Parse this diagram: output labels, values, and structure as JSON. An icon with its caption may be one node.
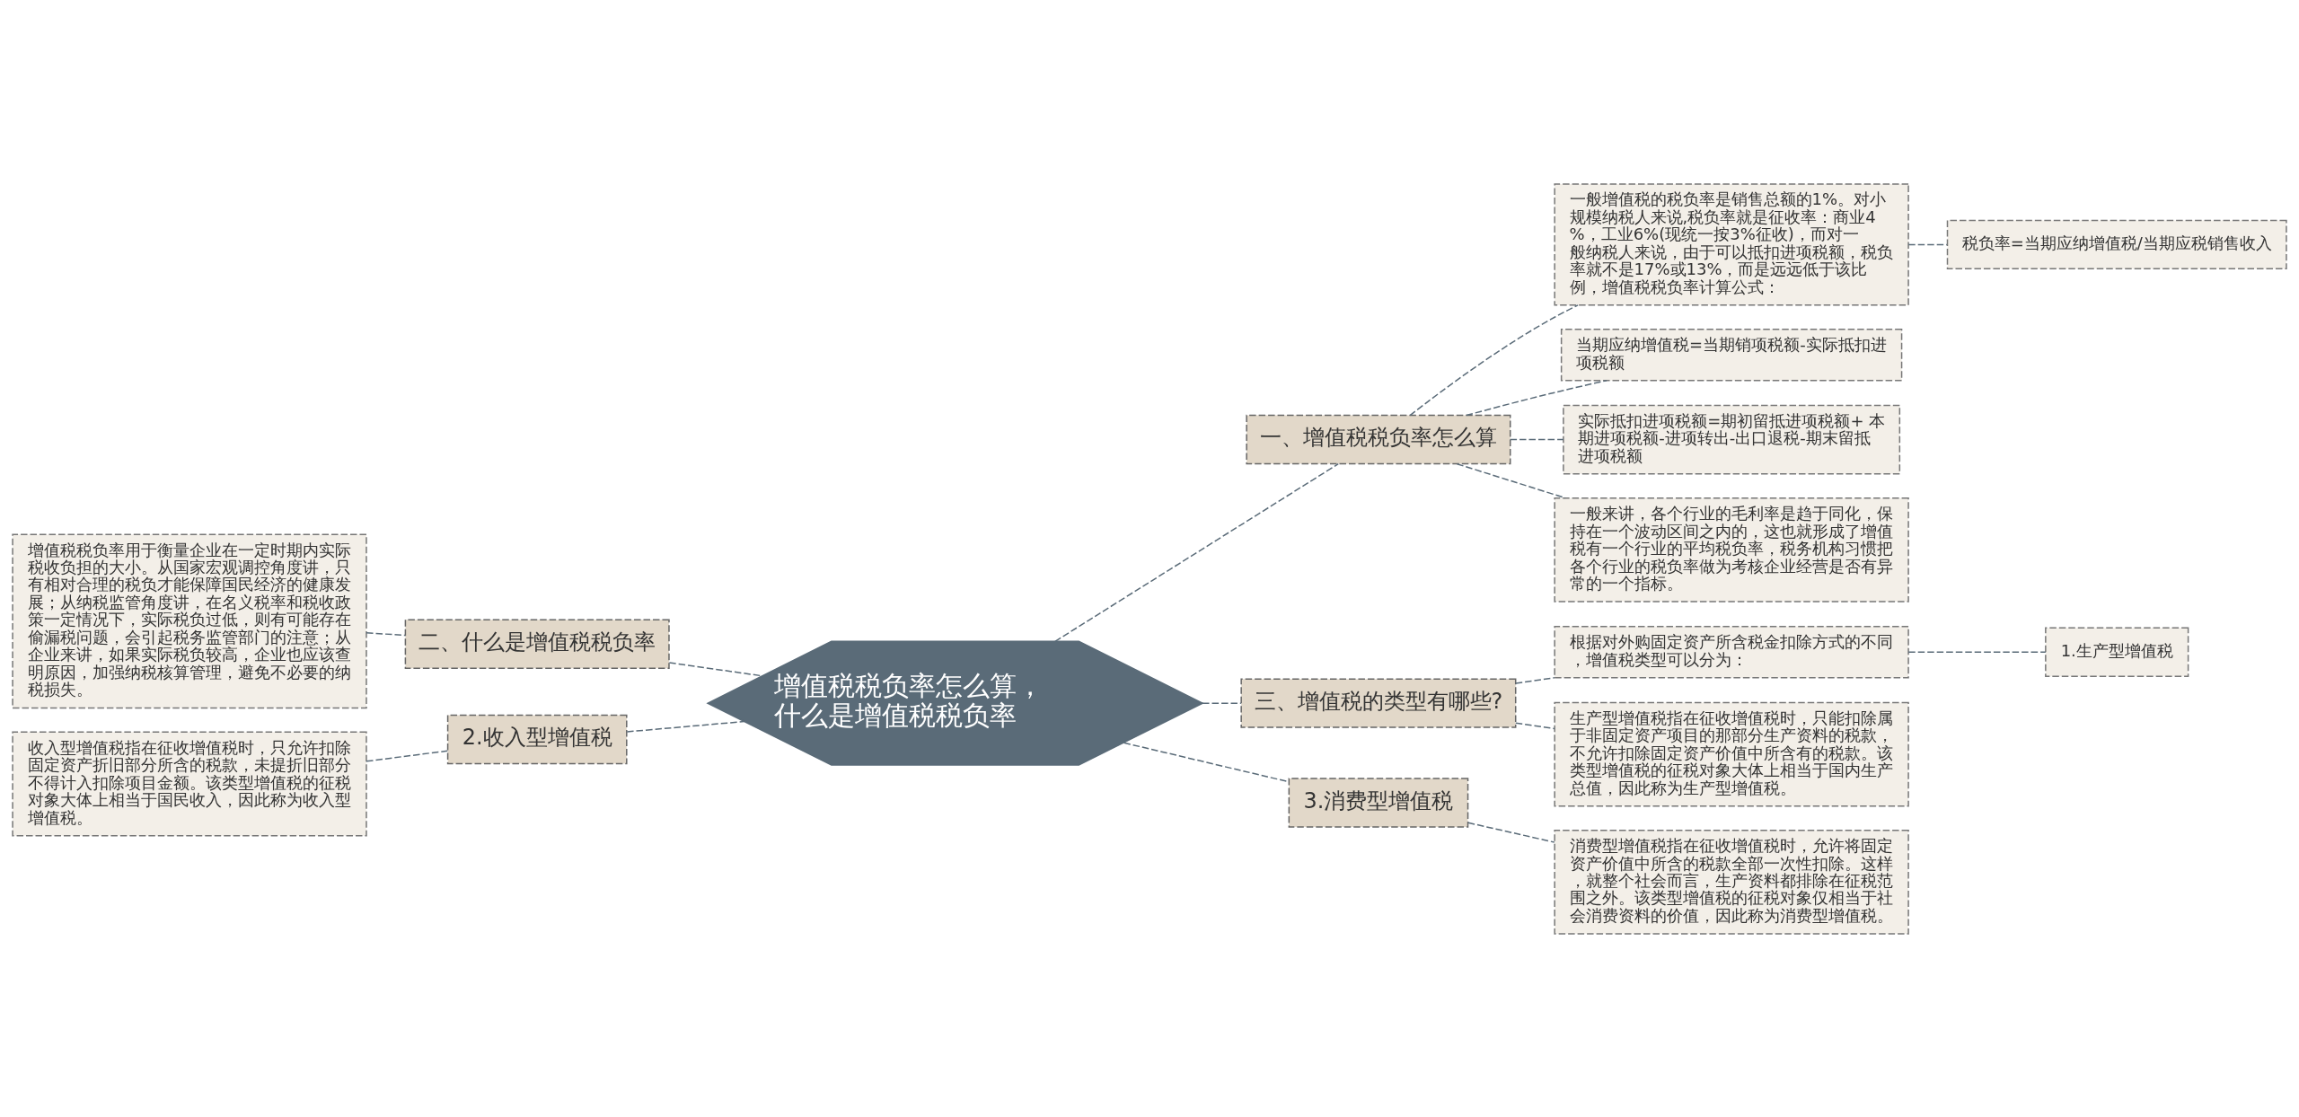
{
  "diagram": {
    "nodes": [
      {
        "text": [
          "增值税税负率怎么算，什么是增值税税负率"
        ]
      },
      {
        "text": [
          "一、增值税税负率怎么算"
        ]
      },
      {
        "text": [
          "一般增值税的税负率是销售总额的1%。对小规模纳税人来说,税负率就是征收率：商业4%，工业6%(现统一按3%征收)，而对一般纳税人来说，由于可以抵扣进项税额，税负率就不是17%或13%，而是远远低于该比例，增值税税负率计算公式："
        ]
      },
      {
        "text": [
          "税负率=当期应纳增值税/当期应税销售收入"
        ]
      },
      {
        "text": [
          "当期应纳增值税=当期销项税额-实际抵扣进项税额"
        ]
      },
      {
        "text": [
          "实际抵扣进项税额=期初留抵进项税额+ 本期进项税额-进项转出-出口退税-期末留抵进项税额"
        ]
      },
      {
        "text": [
          "一般来讲，各个行业的毛利率是趋于同化，保持在一个波动区间之内的，这也就形成了增值税有一个行业的平均税负率，税务机构习惯把各个行业的税负率做为考核企业经营是否有异常的一个指标。"
        ]
      },
      {
        "text": [
          "三、增值税的类型有哪些?"
        ]
      },
      {
        "text": [
          "根据对外购固定资产所含税金扣除方式的不同，增值税类型可以分为："
        ]
      },
      {
        "text": [
          "1.生产型增值税"
        ]
      },
      {
        "text": [
          "生产型增值税指在征收增值税时，只能扣除属于非固定资产项目的那部分生产资料的税款，不允许扣除固定资产价值中所含有的税款。该类型增值税的征税对象大体上相当于国内生产总值，因此称为生产型增值税。"
        ]
      },
      {
        "text": [
          "3.消费型增值税"
        ]
      },
      {
        "text": [
          "消费型增值税指在征收增值税时，允许将固定资产价值中所含的税款全部一次性扣除。这样，就整个社会而言，生产资料都排除在征税范围之外。该类型增值税的征税对象仅相当于社会消费资料的价值，因此称为消费型增值税。"
        ]
      },
      {
        "text": [
          "二、什么是增值税税负率"
        ]
      },
      {
        "text": [
          "增值税税负率用于衡量企业在一定时期内实际税收负担的大小。从国家宏观调控角度讲，只有相对合理的税负才能保障国民经济的健康发展；从纳税监管角度讲，在名义税率和税收政策一定情况下，实际税负过低，则有可能存在偷漏税问题，会引起税务监管部门的注意；从企业来讲，如果实际税负较高，企业也应该查明原因，加强纳税核算管理，避免不必要的纳税损失。"
        ]
      },
      {
        "text": [
          "2.收入型增值税"
        ]
      },
      {
        "text": [
          "收入型增值税指在征收增值税时，只允许扣除固定资产折旧部分所含的税款，未提折旧部分不得计入扣除项目金额。该类型增值税的征税对象大体上相当于国民收入，因此称为收入型增值税。"
        ]
      }
    ],
    "edges": [
      {
        "from": 0,
        "to": 1,
        "arrow": "none",
        "style": "dashed"
      },
      {
        "from": 1,
        "to": 2,
        "arrow": "none",
        "style": "dashed"
      },
      {
        "from": 2,
        "to": 3,
        "arrow": "none",
        "style": "dashed"
      },
      {
        "from": 1,
        "to": 4,
        "arrow": "none",
        "style": "dashed"
      },
      {
        "from": 1,
        "to": 5,
        "arrow": "none",
        "style": "dashed"
      },
      {
        "from": 1,
        "to": 6,
        "arrow": "none",
        "style": "dashed"
      },
      {
        "from": 0,
        "to": 7,
        "arrow": "none",
        "style": "dashed"
      },
      {
        "from": 7,
        "to": 8,
        "arrow": "none",
        "style": "dashed"
      },
      {
        "from": 8,
        "to": 9,
        "arrow": "none",
        "style": "dashed"
      },
      {
        "from": 7,
        "to": 10,
        "arrow": "none",
        "style": "dashed"
      },
      {
        "from": 0,
        "to": 11,
        "arrow": "none",
        "style": "dashed"
      },
      {
        "from": 11,
        "to": 12,
        "arrow": "none",
        "style": "dashed"
      },
      {
        "from": 0,
        "to": 13,
        "arrow": "none",
        "style": "dashed"
      },
      {
        "from": 13,
        "to": 14,
        "arrow": "none",
        "style": "dashed"
      },
      {
        "from": 0,
        "to": 15,
        "arrow": "none",
        "style": "dashed"
      },
      {
        "from": 15,
        "to": 16,
        "arrow": "none",
        "style": "dashed"
      }
    ]
  }
}
